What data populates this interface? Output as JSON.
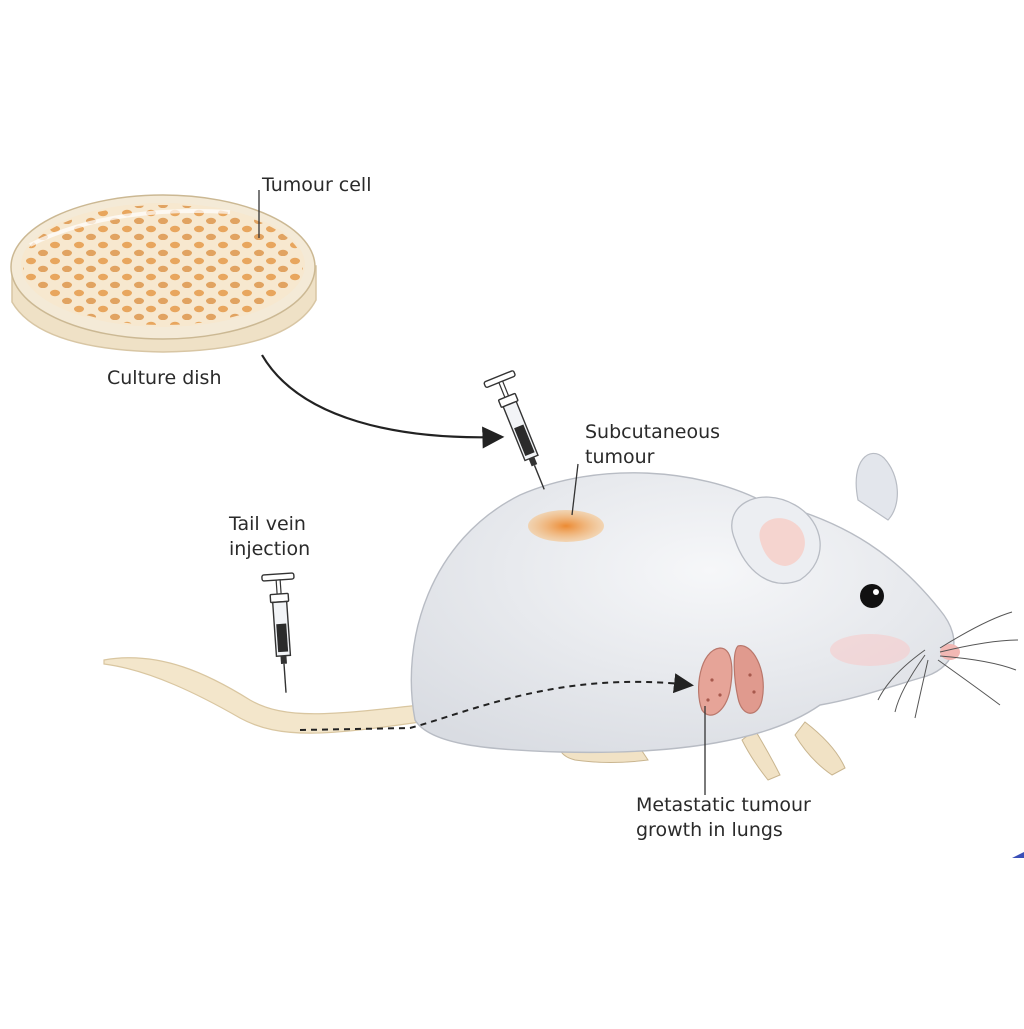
{
  "labels": {
    "tumour_cell": "Tumour cell",
    "culture_dish": "Culture dish",
    "subcutaneous_line1": "Subcutaneous",
    "subcutaneous_line2": "tumour",
    "tail_vein_line1": "Tail vein",
    "tail_vein_line2": "injection",
    "metastatic_line1": "Metastatic tumour",
    "metastatic_line2": "growth in lungs"
  },
  "colors": {
    "dish_rim": "#e9dcc4",
    "dish_cells": "#e59a4a",
    "mouse_body": "#e4e6ea",
    "tumour": "#f0a04a",
    "lungs": "#e8a49a",
    "tail": "#f1e4c8",
    "arrow": "#222222"
  }
}
